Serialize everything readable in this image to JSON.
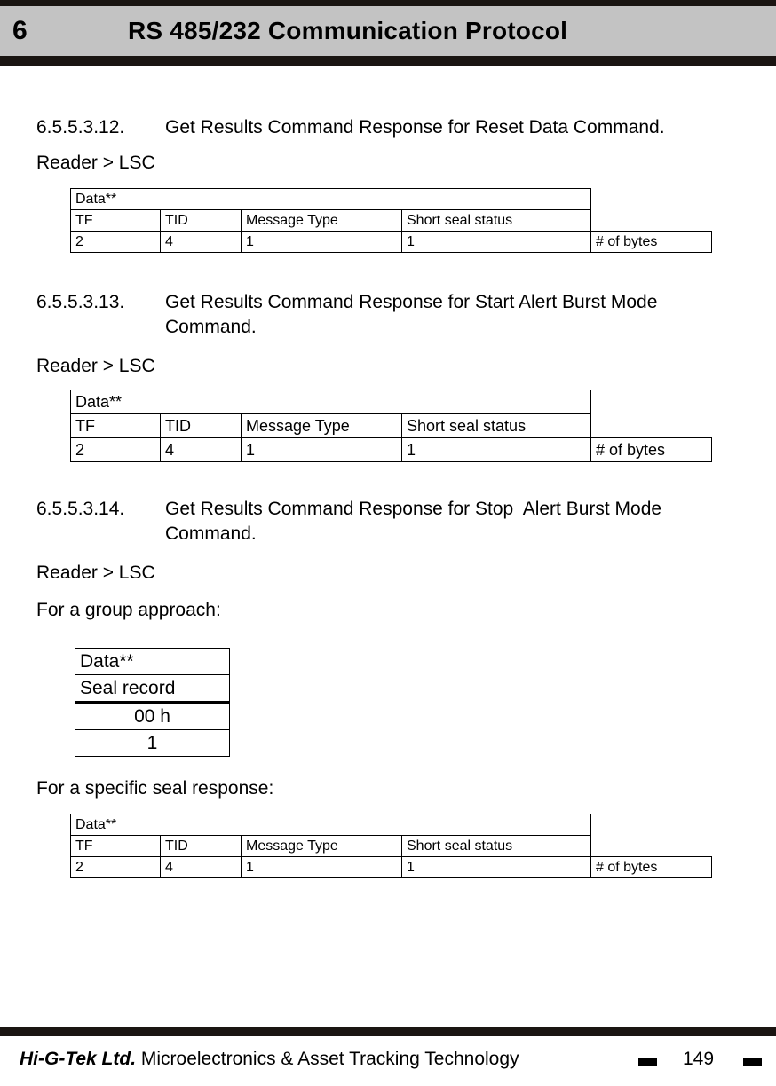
{
  "header": {
    "chapter_number": "6",
    "title": "RS 485/232 Communication Protocol"
  },
  "sections": [
    {
      "number": "6.5.5.3.12.",
      "title": "Get Results Command Response for Reset Data Command.",
      "direction": "Reader > LSC"
    },
    {
      "number": "6.5.5.3.13.",
      "title": "Get Results Command Response for Start Alert Burst Mode Command.",
      "direction": "Reader > LSC"
    },
    {
      "number": "6.5.5.3.14.",
      "title": "Get Results Command Response for Stop  Alert Burst Mode Command.",
      "direction": "Reader > LSC",
      "group_label": "For a group approach:",
      "specific_label": "For a specific seal response:"
    }
  ],
  "tables": {
    "frame_1": {
      "span_header": "Data**",
      "field_names": [
        "TF",
        "TID",
        "Message Type",
        "Short seal status"
      ],
      "field_sizes": [
        "2",
        "4",
        "1",
        "1"
      ],
      "units_label": "# of bytes"
    },
    "frame_2": {
      "span_header": "Data**",
      "field_names": [
        "TF",
        "TID",
        "Message Type",
        "Short seal status"
      ],
      "field_sizes": [
        "2",
        "4",
        "1",
        "1"
      ],
      "units_label": "# of bytes"
    },
    "seal_record": {
      "span_header": "Data**",
      "field_name": "Seal record",
      "value_hex": "00 h",
      "value_size": "1"
    },
    "frame_3": {
      "span_header": "Data**",
      "field_names": [
        "TF",
        "TID",
        "Message Type",
        "Short seal status"
      ],
      "field_sizes": [
        "2",
        "4",
        "1",
        "1"
      ],
      "units_label": "# of bytes"
    }
  },
  "footer": {
    "brand_name": "Hi-G-Tek Ltd.",
    "tagline": " Microelectronics & Asset Tracking Technology",
    "page_number": "149"
  },
  "colors": {
    "header_band": "#c3c3c3",
    "rule": "#1a1512",
    "text": "#000000",
    "page": "#ffffff"
  }
}
